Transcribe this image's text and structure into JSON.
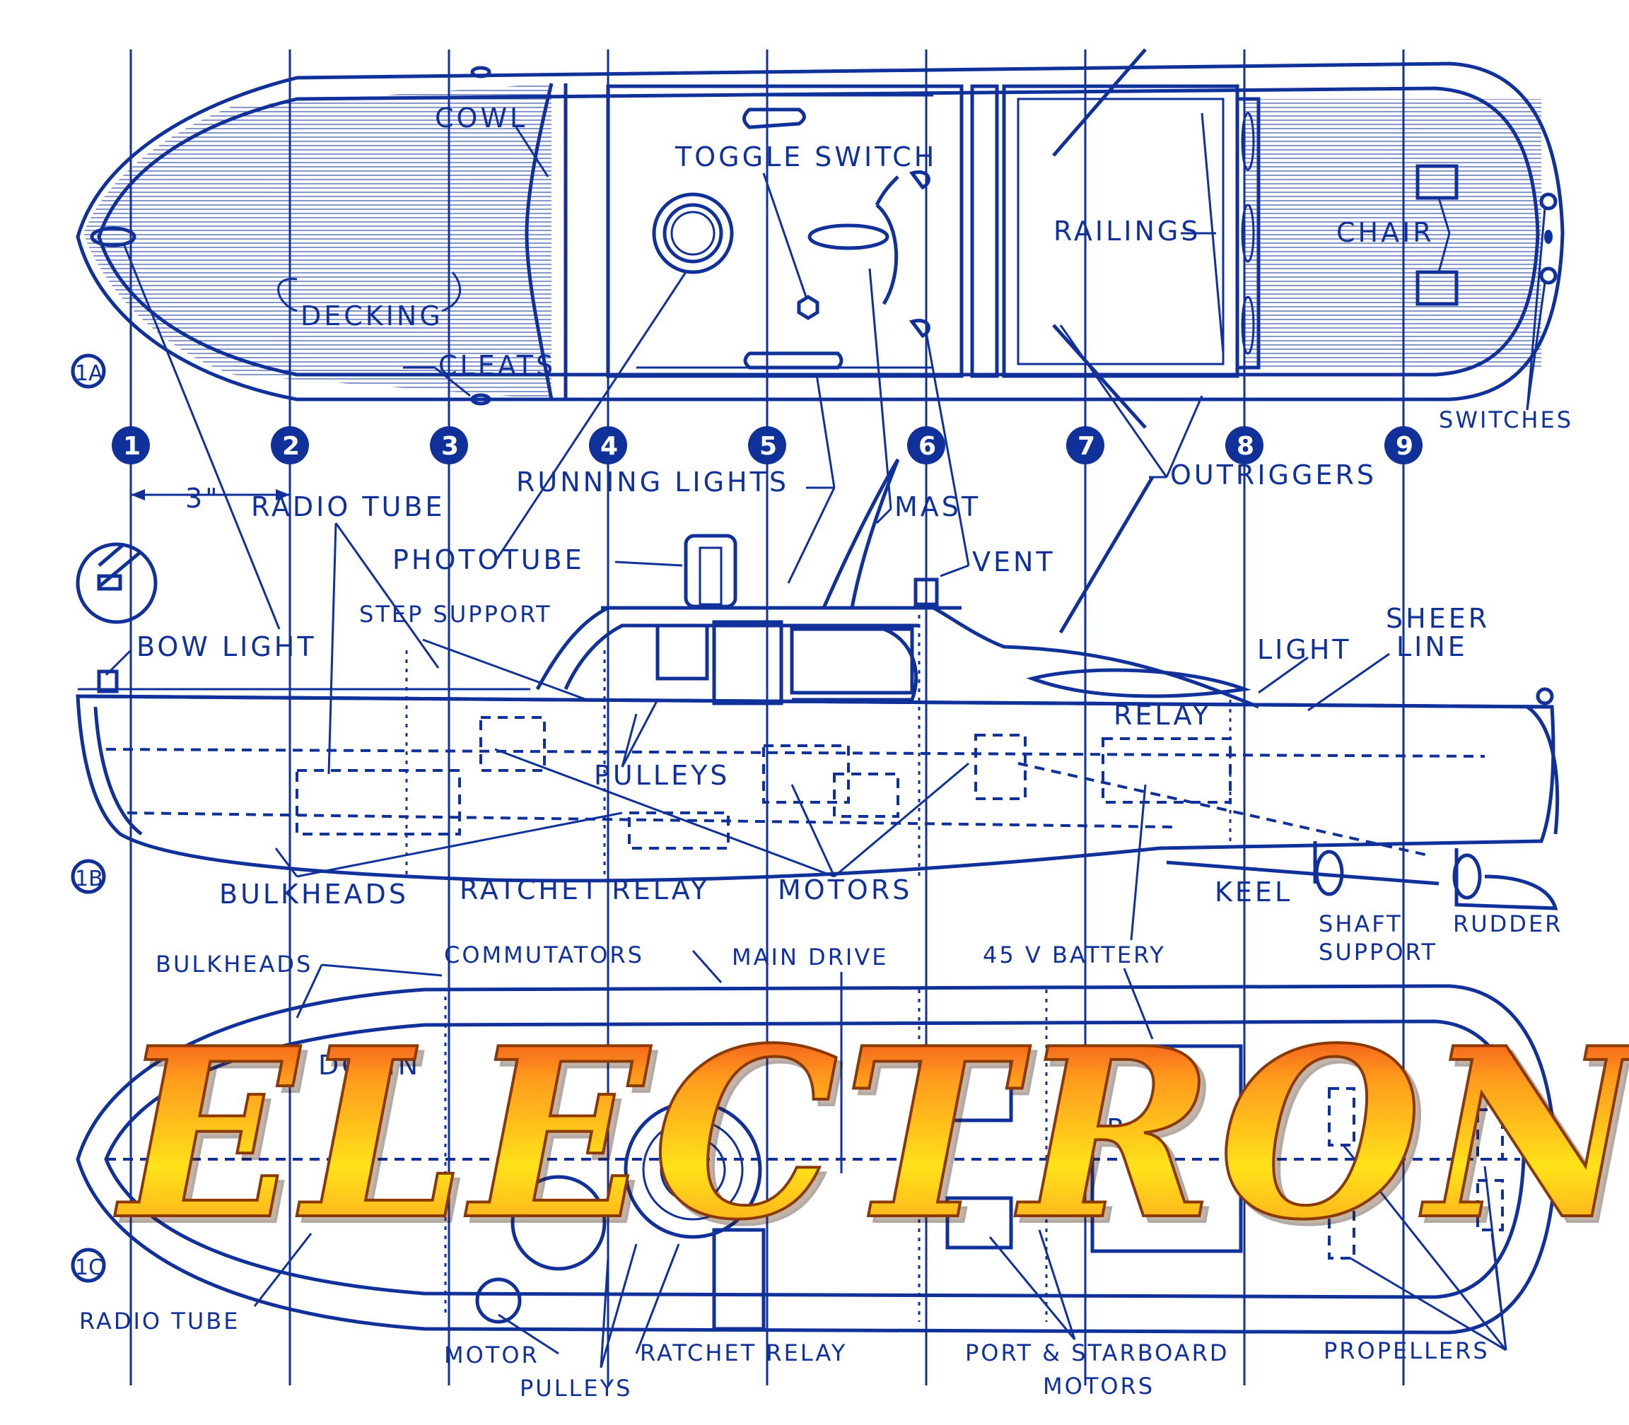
{
  "colors": {
    "ink": "#10309a",
    "background": "#ffffff",
    "title_gradient": [
      "#ffe21a",
      "#ff9b1c",
      "#e8241c"
    ]
  },
  "view_tags": {
    "top": "1A",
    "side": "1B",
    "plan": "1C"
  },
  "station_numbers": [
    "1",
    "2",
    "3",
    "4",
    "5",
    "6",
    "7",
    "8",
    "9"
  ],
  "dimension": "3\"",
  "labels_top_view": {
    "cowl": "COWL",
    "toggle_switch": "TOGGLE SWITCH",
    "railings": "RAILINGS",
    "chair": "CHAIR",
    "decking": "DECKING",
    "cleats": "CLEATS",
    "switches": "SWITCHES"
  },
  "labels_side_view": {
    "running_lights": "RUNNING LIGHTS",
    "outriggers": "OUTRIGGERS",
    "radio_tube": "RADIO TUBE",
    "mast": "MAST",
    "phototube": "PHOTOTUBE",
    "vent": "VENT",
    "step_support": "STEP SUPPORT",
    "bow_light": "BOW LIGHT",
    "light": "LIGHT",
    "sheer_line": [
      "SHEER",
      "LINE"
    ],
    "relay": "RELAY",
    "pulleys": "PULLEYS",
    "bulkheads": "BULKHEADS",
    "ratchet_relay": "RATCHET RELAY",
    "motors": "MOTORS",
    "keel": "KEEL",
    "shaft_support": [
      "SHAFT",
      "SUPPORT"
    ],
    "rudder": "RUDDER"
  },
  "labels_plan_view": {
    "bulkheads": "BULKHEADS",
    "commutators": "COMMUTATORS",
    "main_drive": "MAIN DRIVE",
    "battery": "45 V BATTERY",
    "radio_tube": "RADIO TUBE",
    "motor": "MOTOR",
    "pulleys": "PULLEYS",
    "ratchet_relay": "RATCHET RELAY",
    "port_starboard_motors": [
      "PORT & STARBOARD",
      "MOTORS"
    ],
    "propellers": "PROPELLERS",
    "partial_dorin": "DORIN",
    "partial_relay": "R    Y"
  },
  "title": "ELECTRON III"
}
